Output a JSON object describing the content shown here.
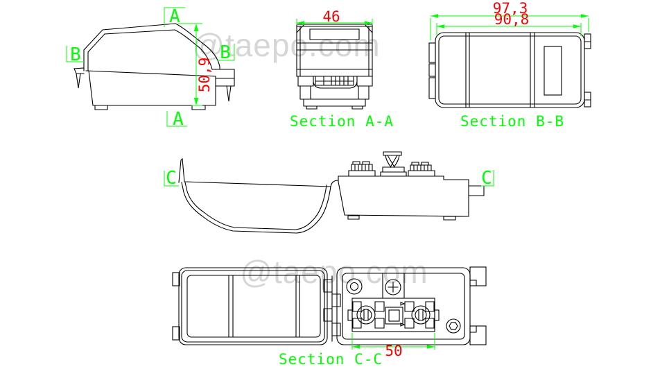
{
  "colors": {
    "background": "#ffffff",
    "line": "#000000",
    "dimension": "#00ff00",
    "dimension_text": "#ff0000",
    "label": "#00ff00",
    "watermark": "#d6d6d6"
  },
  "watermark": {
    "text": "@taepo.com"
  },
  "side_view": {
    "marker_a_top": "A",
    "marker_a_bottom": "A",
    "marker_b_left": "B",
    "marker_b_right": "B",
    "height_dim": "50,9"
  },
  "section_aa": {
    "label": "Section A-A",
    "width_dim": "46"
  },
  "section_bb": {
    "label": "Section B-B",
    "overall_dim": "97,3",
    "body_dim": "90,8"
  },
  "open_view": {
    "marker_c_left": "C",
    "marker_c_right": "C"
  },
  "section_cc": {
    "label": "Section C-C",
    "terminal_dim": "50"
  }
}
